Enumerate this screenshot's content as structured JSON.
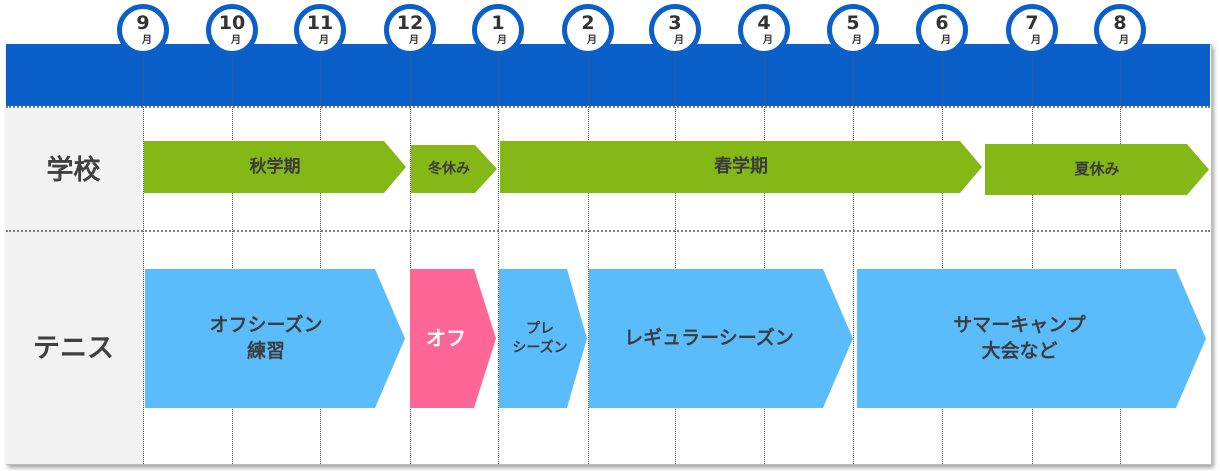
{
  "months": [
    {
      "num": "9",
      "unit": "月"
    },
    {
      "num": "10",
      "unit": "月"
    },
    {
      "num": "11",
      "unit": "月"
    },
    {
      "num": "12",
      "unit": "月"
    },
    {
      "num": "1",
      "unit": "月"
    },
    {
      "num": "2",
      "unit": "月"
    },
    {
      "num": "3",
      "unit": "月"
    },
    {
      "num": "4",
      "unit": "月"
    },
    {
      "num": "5",
      "unit": "月"
    },
    {
      "num": "6",
      "unit": "月"
    },
    {
      "num": "7",
      "unit": "月"
    },
    {
      "num": "8",
      "unit": "月"
    }
  ],
  "rows": {
    "school": {
      "label": "学校"
    },
    "tennis": {
      "label": "テニス"
    }
  },
  "school_periods": [
    {
      "label": "秋学期"
    },
    {
      "label": "冬休み"
    },
    {
      "label": "春学期"
    },
    {
      "label": "夏休み"
    }
  ],
  "tennis_periods": [
    {
      "line1": "オフシーズン",
      "line2": "練習"
    },
    {
      "line1": "オフ",
      "line2": ""
    },
    {
      "line1": "プレ",
      "line2": "シーズン"
    },
    {
      "line1": "レギュラーシーズン",
      "line2": ""
    },
    {
      "line1": "サマーキャンプ",
      "line2": "大会など"
    }
  ],
  "colors": {
    "header_blue": "#0a5fc8",
    "school_green": "#83b817",
    "tennis_blue": "#5bbcfb",
    "off_pink": "#fe6698",
    "label_gray": "#f2f2f2"
  }
}
